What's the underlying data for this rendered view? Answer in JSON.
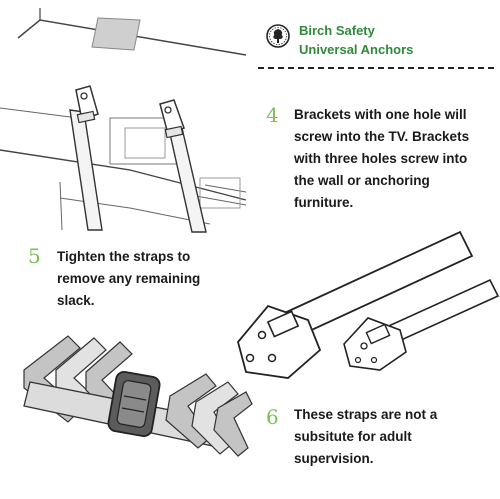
{
  "brand": {
    "logo_icon": "tree-seal-icon",
    "line1": "Birch Safety",
    "line2": "Universal Anchors",
    "color": "#2f8a3a"
  },
  "steps": [
    {
      "number": "4",
      "lines": [
        "Brackets with one hole will",
        "screw into the TV. Brackets",
        "with three holes screw into",
        "the wall or anchoring",
        "furniture."
      ]
    },
    {
      "number": "5",
      "lines": [
        "Tighten the straps to",
        "remove any remaining",
        "slack."
      ]
    },
    {
      "number": "6",
      "lines": [
        "These straps are not a",
        "subsitute for adult",
        "supervision."
      ]
    }
  ],
  "colors": {
    "step_number": "#7cbf57",
    "text": "#1a1a1a",
    "illustration_fill": "#bbbbbb"
  }
}
